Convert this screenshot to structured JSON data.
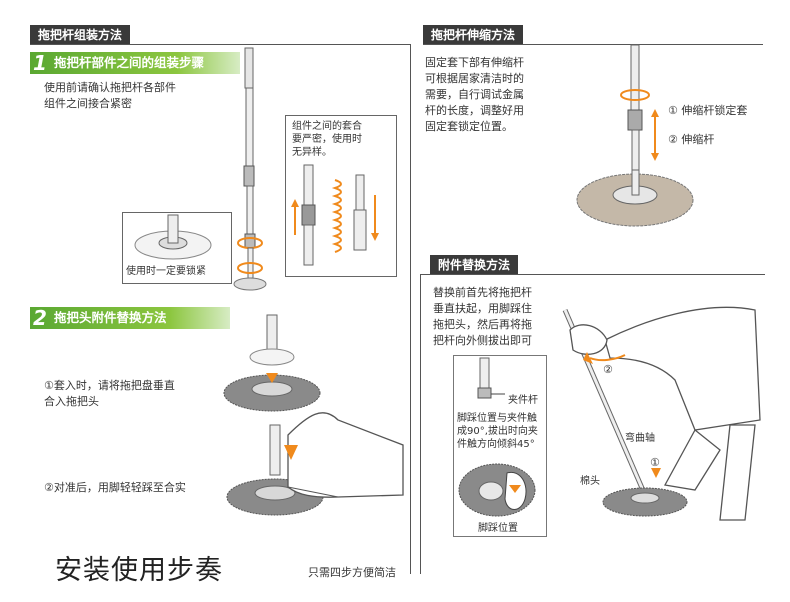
{
  "sections": {
    "assembly": {
      "tab": "拖把杆组装方法",
      "step1": {
        "num": "1",
        "title": "拖把杆部件之间的组装步骤",
        "desc": "使用前请确认拖把杆各部件\n组件之间接合紧密"
      },
      "callout_tight": "组件之间的套合\n要严密，使用时\n无异样。",
      "callout_lock": "使用时一定要锁紧",
      "step2": {
        "num": "2",
        "title": "拖把头附件替换方法",
        "note1": "①套入时，请将拖把盘垂直\n合入拖把头",
        "note2": "②对准后，用脚轻轻踩至合实"
      }
    },
    "telescopic": {
      "tab": "拖把杆伸缩方法",
      "desc": "固定套下部有伸缩杆\n可根据居家清洁时的\n需要，自行调试金属\n杆的长度，调整好用\n固定套锁定位置。",
      "label1": "① 伸缩杆锁定套",
      "label2": "② 伸缩杆"
    },
    "replace": {
      "tab": "附件替换方法",
      "desc": "替换前首先将拖把杆\n垂直扶起，用脚踩住\n拖把头，然后再将拖\n把杆向外侧拔出即可",
      "clip_label": "夹件杆",
      "inset_note": "脚踩位置与夹件触\n成90°,拔出时向夹\n件触方向倾斜45°",
      "foot_label": "脚踩位置",
      "bend_label": "弯曲轴",
      "head_label": "棉头",
      "mark1": "①",
      "mark2": "②"
    }
  },
  "footer": {
    "title": "安装使用步奏",
    "subtitle": "只需四步方便简洁"
  },
  "colors": {
    "tab_bg": "#3a3a3a",
    "green": "#6db33f",
    "orange": "#f08a1c",
    "mop_gray": "#8a8a8a"
  }
}
